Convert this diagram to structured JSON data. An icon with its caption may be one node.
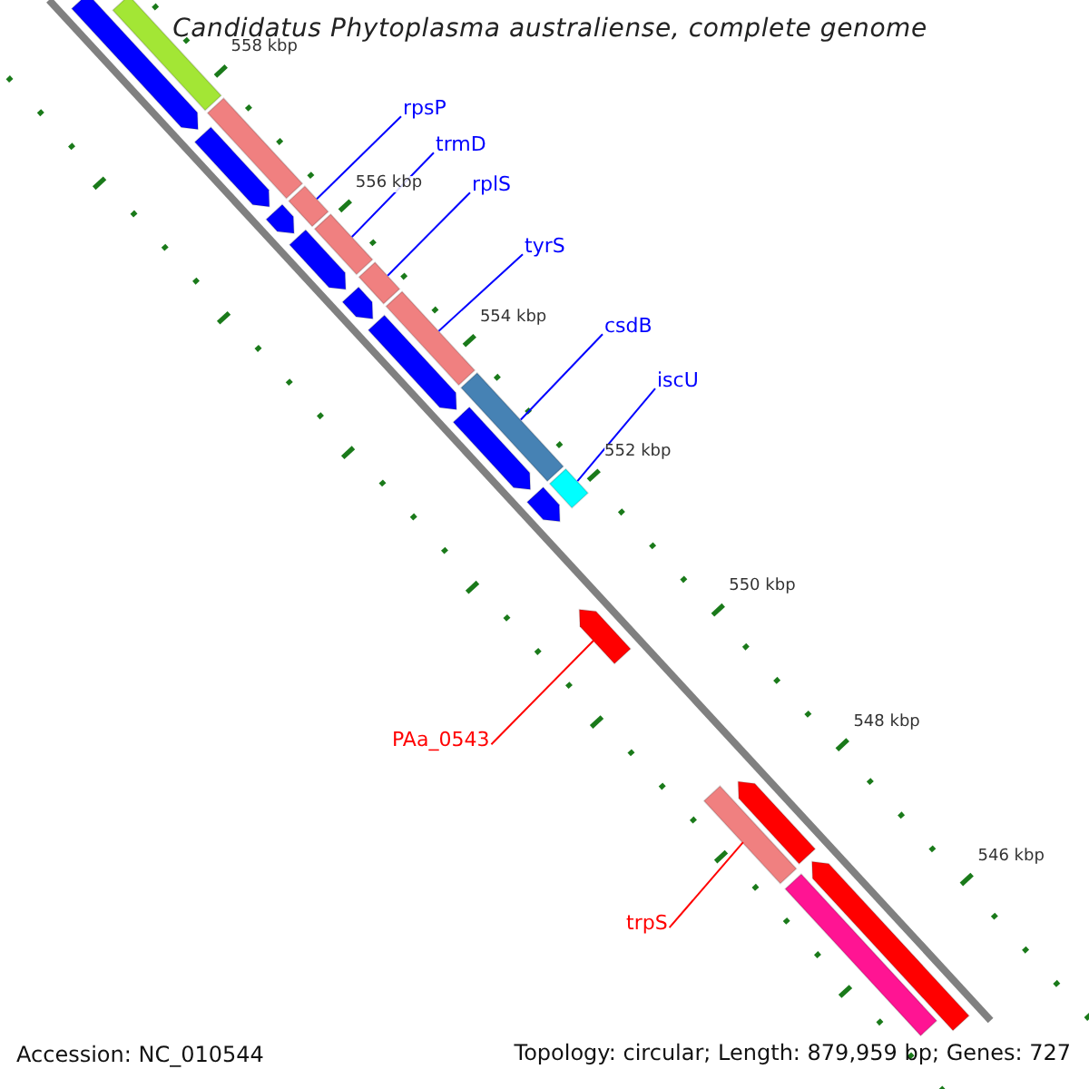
{
  "diagram": {
    "title": "Candidatus Phytoplasma australiense, complete genome",
    "nodes": [
      {
        "text": [
          "rpsP"
        ]
      },
      {
        "text": [
          "trmD"
        ]
      },
      {
        "text": [
          "rplS"
        ]
      },
      {
        "text": [
          "tyrS"
        ]
      },
      {
        "text": [
          "csdB"
        ]
      },
      {
        "text": [
          "iscU"
        ]
      },
      {
        "text": [
          "PAa_0543"
        ]
      },
      {
        "text": [
          "trpS"
        ]
      },
      {
        "text": [],
        "shape": "bar"
      },
      {
        "text": [],
        "shape": "bar"
      },
      {
        "text": [],
        "shape": "bar"
      },
      {
        "text": [],
        "shape": "bar"
      },
      {
        "text": [],
        "shape": "bar"
      },
      {
        "text": [],
        "shape": "bar"
      },
      {
        "text": [],
        "shape": "arrow"
      },
      {
        "text": [],
        "shape": "bar"
      },
      {
        "text": [],
        "shape": "bar"
      },
      {
        "text": [],
        "shape": "bar"
      },
      {
        "text": [],
        "shape": "arrow"
      },
      {
        "text": [],
        "shape": "arrow"
      },
      {
        "text": [],
        "shape": "arrow"
      },
      {
        "text": [],
        "shape": "arrow"
      },
      {
        "text": [],
        "shape": "arrow"
      },
      {
        "text": [],
        "shape": "arrow"
      },
      {
        "text": [],
        "shape": "arrow"
      },
      {
        "text": [],
        "shape": "arrow"
      },
      {
        "text": [],
        "shape": "arrow"
      },
      {
        "text": [],
        "shape": "arrow"
      },
      {
        "text": [],
        "shape": "bar"
      }
    ],
    "edges": [
      {
        "from": 0,
        "to": 8,
        "arrow": "none"
      },
      {
        "from": 1,
        "to": 9,
        "arrow": "none"
      },
      {
        "from": 2,
        "to": 10,
        "arrow": "none"
      },
      {
        "from": 3,
        "to": 11,
        "arrow": "none"
      },
      {
        "from": 4,
        "to": 12,
        "arrow": "none"
      },
      {
        "from": 5,
        "to": 13,
        "arrow": "none"
      },
      {
        "from": 6,
        "to": 14,
        "arrow": "none",
        "color": "#ff0000"
      },
      {
        "from": 7,
        "to": 15,
        "arrow": "none",
        "color": "#ff0000"
      }
    ],
    "labels": [
      "558 kbp",
      "556 kbp",
      "554 kbp",
      "552 kbp",
      "550 kbp",
      "548 kbp",
      "546 kbp",
      "Accession: NC_010544",
      "Topology: circular; Length: 879,959 bp; Genes: 727"
    ]
  }
}
